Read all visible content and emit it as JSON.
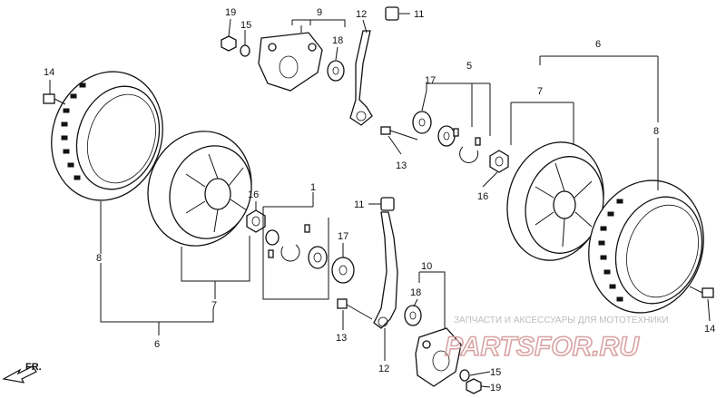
{
  "callouts": {
    "c19_top": "19",
    "c15_top": "15",
    "c9": "9",
    "c18_top": "18",
    "c12_top": "12",
    "c11_top": "11",
    "c14_left": "14",
    "c17_right": "17",
    "c5": "5",
    "c13_right": "13",
    "c16_right": "16",
    "c6_right": "6",
    "c7_right": "7",
    "c8_right": "8",
    "c8_left": "8",
    "c6_left": "6",
    "c7_left": "7",
    "c16_left": "16",
    "c1": "1",
    "c17_left": "17",
    "c11_bottom": "11",
    "c13_bottom": "13",
    "c10": "10",
    "c18_bottom": "18",
    "c12_bottom": "12",
    "c15_bottom": "15",
    "c19_bottom": "19",
    "c14_right": "14"
  },
  "direction_label": "FR.",
  "watermark": {
    "line1": "ЗАПЧАСТИ И АКСЕССУАРЫ ДЛЯ МОТОТЕХНИКИ",
    "line2": "PARTSFOR.RU"
  }
}
